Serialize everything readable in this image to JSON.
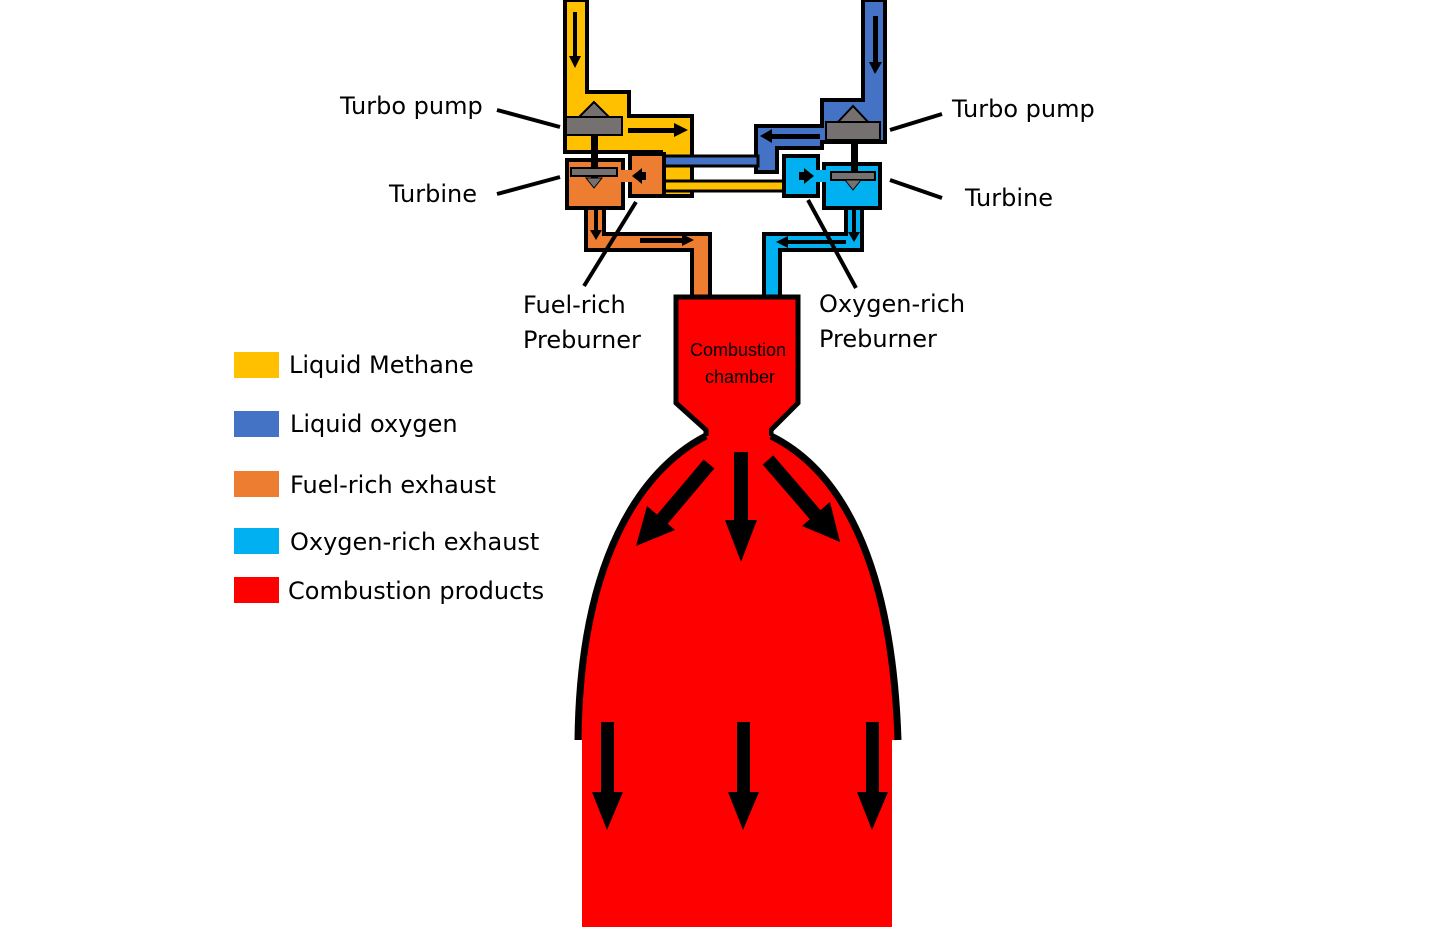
{
  "labels": {
    "turbo_pump_left": "Turbo pump",
    "turbo_pump_right": "Turbo pump",
    "turbine_left": "Turbine",
    "turbine_right": "Turbine",
    "fuel_preburner_line1": "Fuel-rich",
    "fuel_preburner_line2": "Preburner",
    "ox_preburner_line1": "Oxygen-rich",
    "ox_preburner_line2": "Preburner",
    "chamber_line1": "Combustion",
    "chamber_line2": "chamber"
  },
  "legend": [
    {
      "label": "Liquid Methane",
      "color": "#FFC000"
    },
    {
      "label": "Liquid oxygen",
      "color": "#4472C4"
    },
    {
      "label": "Fuel-rich exhaust",
      "color": "#ED7D31"
    },
    {
      "label": "Oxygen-rich exhaust",
      "color": "#00B0F0"
    },
    {
      "label": "Combustion products",
      "color": "#FF0000"
    }
  ],
  "colors": {
    "methane": "#FFC000",
    "oxygen": "#4472C4",
    "fuel_exhaust": "#ED7D31",
    "ox_exhaust": "#00B0F0",
    "combustion": "#FF0000",
    "machinery": "#767171"
  }
}
